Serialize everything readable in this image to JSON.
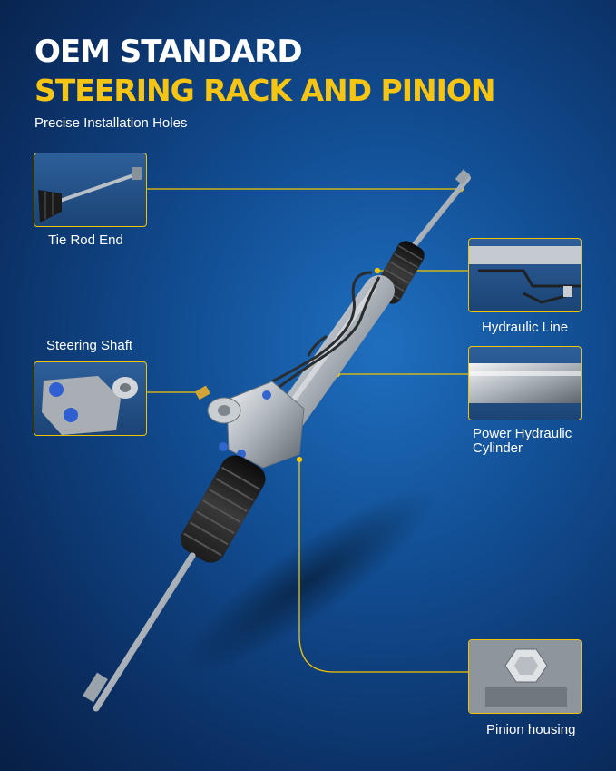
{
  "header": {
    "line1": "OEM STANDARD",
    "line2": "STEERING RACK AND PINION",
    "subtitle": "Precise Installation Holes"
  },
  "callouts": {
    "tie_rod_end": "Tie Rod End",
    "hydraulic_line": "Hydraulic Line",
    "steering_shaft": "Steering Shaft",
    "power_hydraulic_cylinder_line1": "Power Hydraulic",
    "power_hydraulic_cylinder_line2": "Cylinder",
    "pinion_housing": "Pinion housing"
  },
  "colors": {
    "accent": "#f2c400",
    "title_white": "#ffffff",
    "title_yellow": "#f6c514"
  }
}
